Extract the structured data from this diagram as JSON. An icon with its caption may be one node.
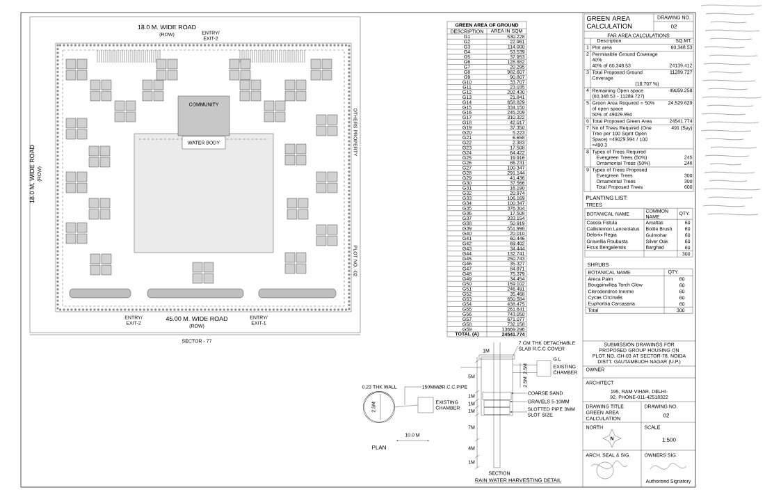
{
  "diagram": {
    "nodes": [
      {
        "text": [],
        "shape": "circle",
        "beside": [
          "0.23 THK WALL"
        ]
      },
      {
        "text": [],
        "shape": "box",
        "beside": [
          "EXISTING CHAMBER"
        ]
      },
      {
        "text": [],
        "shape": "box"
      },
      {
        "text": [],
        "shape": "box",
        "in": 2
      },
      {
        "text": [],
        "shape": "box",
        "in": 2
      },
      {
        "text": [],
        "shape": "box",
        "in": 2
      },
      {
        "text": [],
        "shape": "box",
        "beside": [
          "G.L",
          "EXISTING CHAMBER"
        ]
      },
      {
        "text": [
          "COARSE SAND"
        ]
      },
      {
        "text": [
          "GRAVELS 5-10MM"
        ]
      },
      {
        "text": [
          "SLOTTED PIPE 3MM SLOT SIZE"
        ]
      },
      {
        "text": [
          "7 CM THK DETACHABLE SLAB R.C.C COVER"
        ]
      },
      {
        "text": [
          "150MMØR.C.C.PIPE"
        ]
      }
    ],
    "edges": [
      {
        "from": 0,
        "to": 1,
        "arrow": "none"
      },
      {
        "from": 2,
        "to": 6,
        "arrow": "none"
      },
      {
        "from": 7,
        "to": 3,
        "arrow": "to"
      },
      {
        "from": 8,
        "to": 4,
        "arrow": "to"
      },
      {
        "from": 9,
        "to": 5,
        "arrow": "to"
      },
      {
        "from": 10,
        "to": 2,
        "arrow": "none"
      },
      {
        "from": 11,
        "to": null,
        "arrow": "none"
      }
    ],
    "labels": [
      "18.0 M. WIDE ROAD",
      "(ROW)",
      "ENTRY/ EXIT-2",
      "18.0 M. WIDE ROAD",
      "(ROW)",
      "COMMUNITY",
      "WATER BODY",
      "OTHERS PROPERTY",
      "PLOT NO. -02",
      "ENTRY/ EXIT-2",
      "45.00 M. WIDE ROAD",
      "(ROW)",
      "ENTRY/ EXIT-1",
      "SECTOR - 77",
      "GREEN AREA OF GROUND",
      "DESCRIPTION",
      "AREA IN SQM",
      "G1",
      "530.228",
      "G2",
      "22.961",
      "G3",
      "114.000",
      "G4",
      "53.539",
      "G5",
      "37.953",
      "G6",
      "128.882",
      "G7",
      "20.295",
      "G8",
      "982.607",
      "G9",
      "90.807",
      "G10",
      "33.707",
      "G11",
      "23.035",
      "G12",
      "202.430",
      "G13",
      "21.841",
      "G14",
      "658.829",
      "G15",
      "334.150",
      "G16",
      "245.209",
      "G17",
      "310.322",
      "G18",
      "42.017",
      "G19",
      "37.350",
      "G20",
      "5.223",
      "G21",
      "6.658",
      "G22",
      "2.383",
      "G23",
      "17.508",
      "G24",
      "64.422",
      "G25",
      "19.916",
      "G26",
      "86.231",
      "G27",
      "100.347",
      "G28",
      "291.144",
      "G29",
      "41.436",
      "G30",
      "37.566",
      "G31",
      "16.190",
      "G32",
      "20.974",
      "G33",
      "106.169",
      "G34",
      "100.347",
      "G35",
      "376.304",
      "G36",
      "17.508",
      "G37",
      "333.154",
      "G38",
      "50.919",
      "G39",
      "551.998",
      "G40",
      "20.010",
      "G41",
      "60.446",
      "G42",
      "69.402",
      "G43",
      "34.444",
      "G44",
      "132.741",
      "G45",
      "250.743",
      "G46",
      "35.327",
      "G47",
      "84.971",
      "G48",
      "75.379",
      "G49",
      "34.454",
      "G50",
      "159.102",
      "G51",
      "246.491",
      "G52",
      "35.468",
      "G53",
      "650.584",
      "G54",
      "438.475",
      "G55",
      "261.641",
      "G56",
      "743.050",
      "G57",
      "671.077",
      "G58",
      "732.158",
      "G59",
      "13669.296",
      "TOTAL (A)",
      "24541.774",
      "GREEN AREA CALCULATION",
      "DRAWING NO.",
      "02",
      "FAR AREA CALCULATIONS",
      "Description",
      "SQ.MT.",
      "1",
      "Plot area",
      "60,348.53",
      "2",
      "Permissible Ground Coverage 40%",
      "40% of 60,348.53",
      "24139.412",
      "3",
      "Total Proposed Ground Coverage",
      "(18.707 %)",
      "11289.727",
      "4",
      "Remaining Open space (60,348.53 - 11289.727)",
      "49059.258",
      "5",
      "Green Area Required = 50% of open space",
      "50% of 49029.994",
      "24,529.629",
      "6",
      "Total Proposed Green Area",
      "24541.774",
      "7",
      "No of Trees Required (One Tree per 100 Sqmt Open Space) =49029.994 / 100 =490.3",
      "491 (Say)",
      "8",
      "Types of Trees Required",
      "Evergreen Trees (50%)",
      "245",
      "Ornamental Trees (50%)",
      "246",
      "9",
      "Types of Trees Proposed",
      "Evergreen Trees",
      "300",
      "Ornamental Trees",
      "300",
      "Total Proposed Trees",
      "600",
      "PLANTING LIST:",
      "TREES",
      "BOTANICAL NAME",
      "COMMON NAME",
      "QTY.",
      "Cassia Fistula",
      "Amaltas",
      "60",
      "Callistemon Lanceolatus",
      "Bottle Brush",
      "60",
      "Delonix Regia",
      "Gulmohar",
      "60",
      "Gravellia Roubusta",
      "Silver Oak",
      "60",
      "Ficus Bengalensis",
      "Barghad",
      "60",
      "300",
      "SHRUBS",
      "BOTANICAL NAME",
      "QTY.",
      "Areca Palm",
      "60",
      "Bougainvillea Torch Glow",
      "60",
      "Clerodendron Inerme",
      "60",
      "Cycas Circinalis",
      "60",
      "Euphorbia Carcasana",
      "60",
      "Total",
      "300",
      "SUBMISSION DRAWINGS FOR PROPOSED GROUP HOUSING ON PLOT NO. GH-03 AT SECTOR-78, NOIDA DISTT. GAUTAMBUDH NAGAR (U.P.)",
      "OWNER",
      "ARCHITECT",
      "195, RAM VIHAR, DELHI-92, PHONE-011-42518322",
      "DRAWING TITLE",
      "GREEN AREA CALCULATION",
      "DRAWING NO.",
      "02",
      "NORTH",
      "N",
      "SCALE",
      "1:500",
      "ARCH. SEAL & SIG.",
      "OWNERS SIG.",
      "Authorised Signatory",
      "2.5M",
      "10.0 M",
      "PLAN",
      "1M",
      "5M",
      "1M",
      "1M",
      "1M",
      "7M",
      "4M",
      "1M",
      "2.5M",
      "2.5M",
      "SECTION",
      "RAIN WATER HARVESTING DETAIL"
    ]
  }
}
